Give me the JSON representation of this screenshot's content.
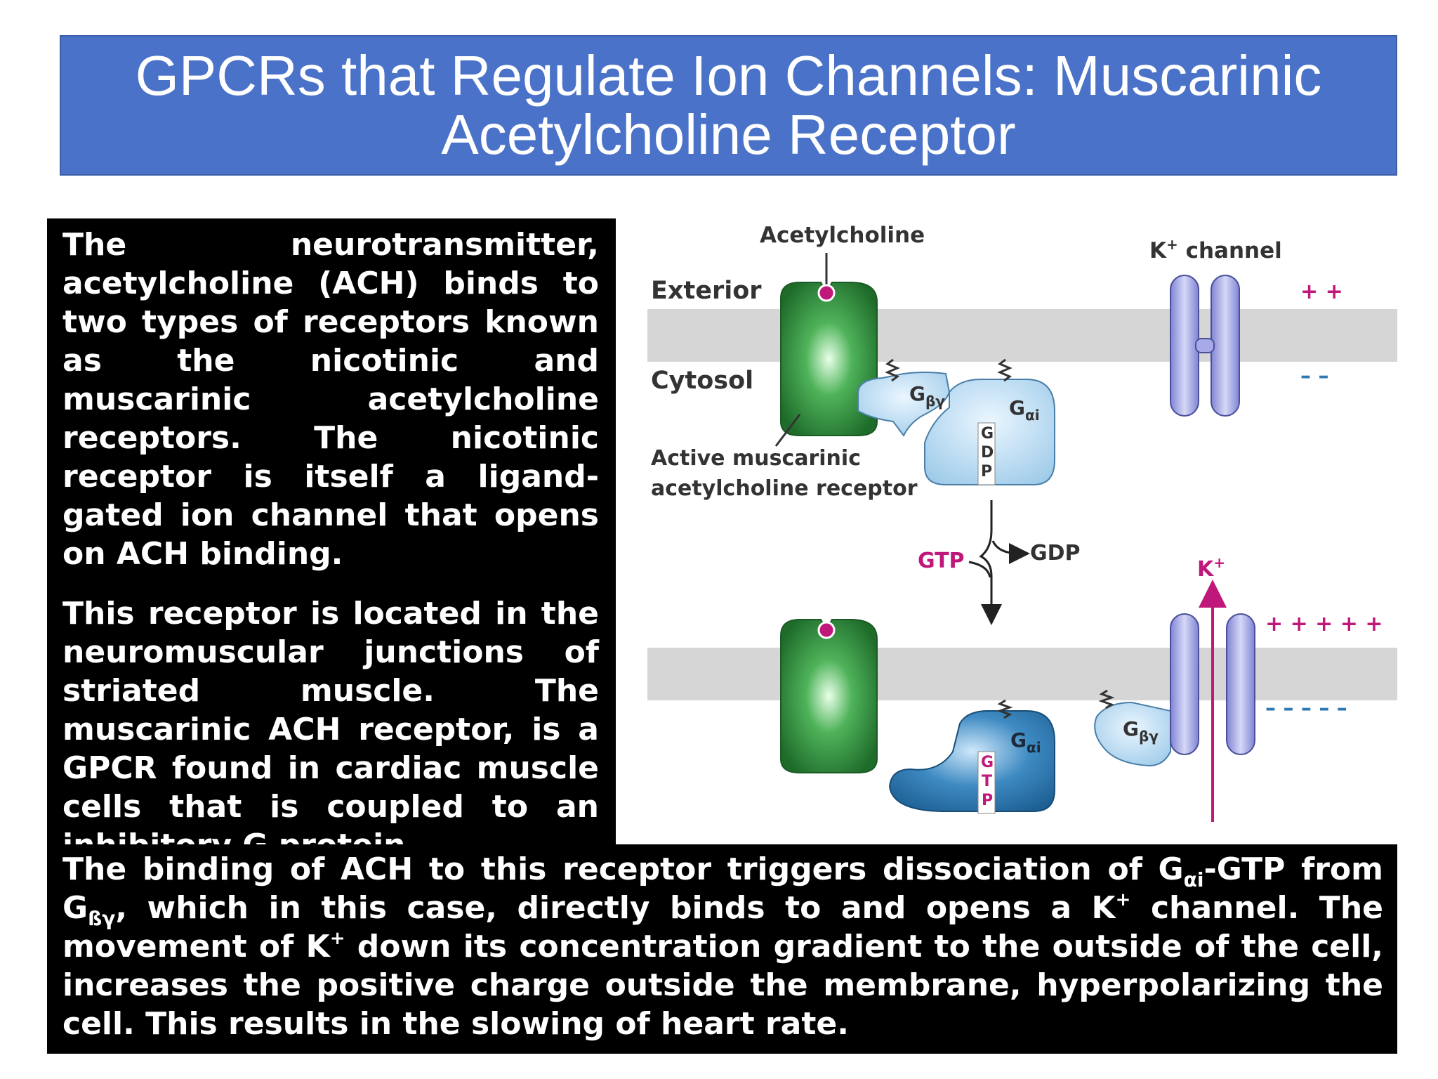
{
  "title": "GPCRs that Regulate Ion Channels: Muscarinic Acetylcholine Receptor",
  "paragraph1": "The neurotransmitter, acetylcholine (ACH) binds to two types of receptors known as the nicotinic and muscarinic acetylcholine receptors. The nicotinic receptor is itself a ligand-gated ion channel that opens on ACH binding.",
  "paragraph2": "This receptor is located in the neuromuscular junctions of striated muscle. The muscarinic ACH receptor, is a GPCR found in cardiac muscle cells that is coupled to an inhibitory G protein",
  "bottom": {
    "part1": "The binding of ACH to this receptor triggers dissociation of G",
    "sub1": "αi",
    "part2": "-GTP from G",
    "sub2": "ßγ",
    "part3": ", which in this case, directly binds to and opens a K",
    "sup1": "+",
    "part4": " channel. The movement of K",
    "sup2": "+",
    "part5": " down its concentration gradient to the outside of the cell, increases the positive charge outside the membrane, hyperpolarizing the cell. This results in the slowing of heart rate."
  },
  "diagram": {
    "acetylcholine": "Acetylcholine",
    "exterior": "Exterior",
    "cytosol": "Cytosol",
    "k_channel": "K",
    "k_channel_sup": "+",
    "k_channel_word": " channel",
    "active_receptor_line1": "Active muscarinic",
    "active_receptor_line2": "acetylcholine receptor",
    "gby_g": "G",
    "gby_sub": "βγ",
    "gai_g": "G",
    "gai_sub": "αi",
    "gdp_vertical": [
      "G",
      "D",
      "P"
    ],
    "gtp_vertical": [
      "G",
      "T",
      "P"
    ],
    "gtp": "GTP",
    "gdp": "GDP",
    "k_ion": "K",
    "k_ion_sup": "+",
    "charges_top_pos": "+ +",
    "charges_top_neg": "– –",
    "charges_bottom_pos": "+ + + + +",
    "charges_bottom_neg": "– – – – –",
    "colors": {
      "title_bg": "#4a72c8",
      "membrane": "#d6d6d6",
      "receptor": "#2e8b3e",
      "g_protein_light": "#aed4ee",
      "g_protein_dark": "#2f79b0",
      "k_channel": "#9a9de0",
      "magenta": "#c0187a"
    }
  }
}
